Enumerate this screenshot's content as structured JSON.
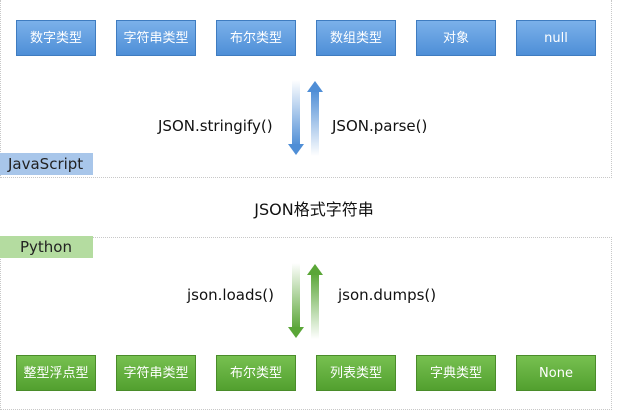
{
  "javascript": {
    "label": "JavaScript",
    "types": [
      "数字类型",
      "字符串类型",
      "布尔类型",
      "数组类型",
      "对象",
      "null"
    ],
    "down_method": "JSON.stringify()",
    "up_method": "JSON.parse()"
  },
  "center": {
    "label": "JSON格式字符串"
  },
  "python": {
    "label": "Python",
    "types": [
      "整型浮点型",
      "字符串类型",
      "布尔类型",
      "列表类型",
      "字典类型",
      "None"
    ],
    "down_method": "json.loads()",
    "up_method": "json.dumps()"
  },
  "colors": {
    "js_box": "#5b9be0",
    "js_tag": "#a8c6ea",
    "py_box": "#5fae3a",
    "py_tag": "#b4dca0"
  }
}
